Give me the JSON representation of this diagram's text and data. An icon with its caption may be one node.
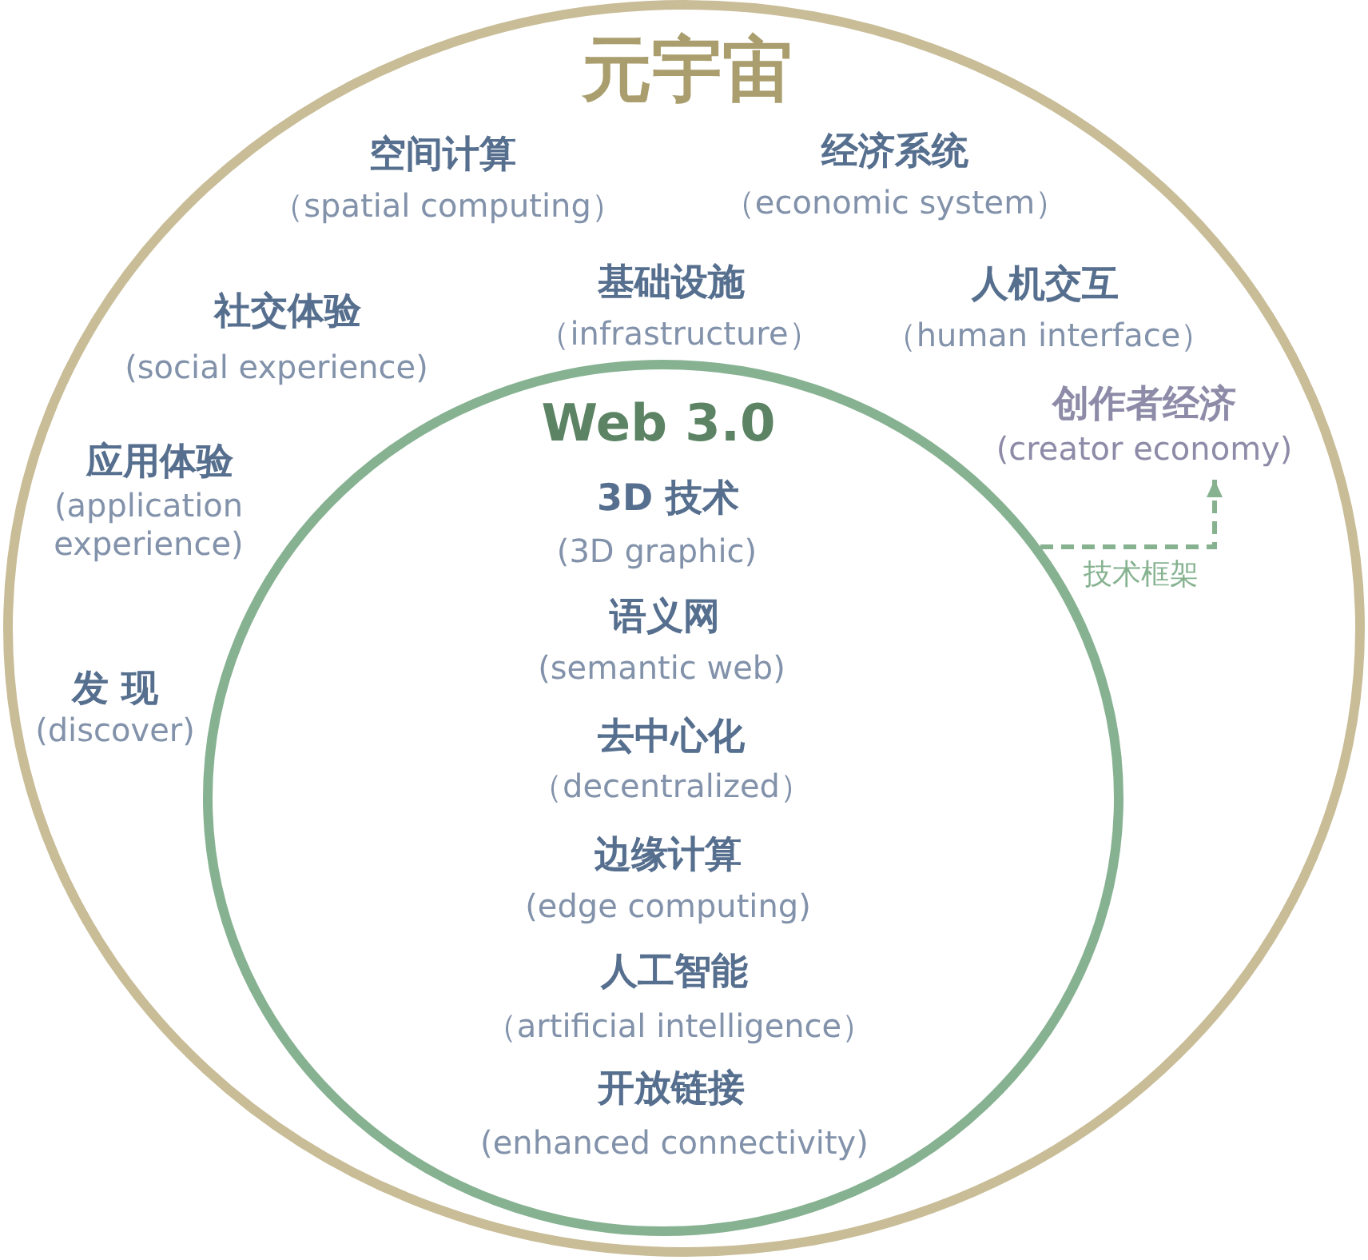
{
  "diagram": {
    "nodes": [
      {
        "text": [
          "元宇宙",
          "空间计算",
          "（spatial computing）",
          "经济系统",
          "（economic system）",
          "社交体验",
          "(social experience)",
          "基础设施",
          "（infrastructure）",
          "人机交互",
          "（human interface）",
          "应用体验",
          "(application experience)",
          "发 现",
          "(discover)"
        ]
      },
      {
        "text": [
          "Web 3.0",
          "3D 技术",
          "(3D graphic)",
          "语义网",
          "(semantic web)",
          "去中心化",
          "（decentralized）",
          "边缘计算",
          "(edge computing)",
          "人工智能",
          "（artificial intelligence）",
          "开放链接",
          "(enhanced connectivity)"
        ],
        "in": 0
      },
      {
        "text": [
          "创作者经济",
          "(creator economy)"
        ],
        "in": 0
      }
    ],
    "edges": [
      {
        "from": 1,
        "to": 2,
        "arrow": "to",
        "label": "技术框架",
        "style": "dashed",
        "color": "#86b290"
      }
    ]
  }
}
